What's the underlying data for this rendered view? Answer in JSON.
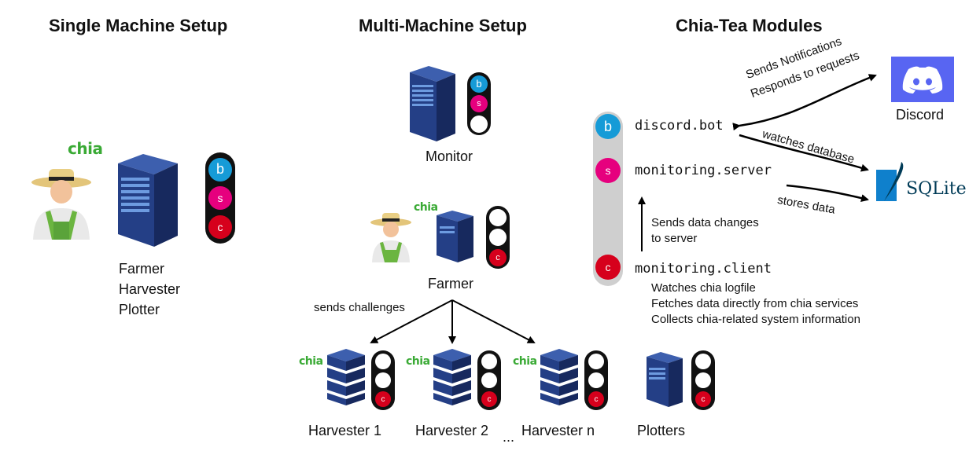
{
  "colors": {
    "module_b": "#169bd7",
    "module_s": "#e6007e",
    "module_c": "#d6001c",
    "chia_green": "#3aaa35",
    "server_blue": "#1f3b7a",
    "discord_blurple": "#5865f2"
  },
  "letters": {
    "b": "b",
    "s": "s",
    "c": "c"
  },
  "chia_logo_text": "chia",
  "single": {
    "title": "Single Machine Setup",
    "roles": [
      "Farmer",
      "Harvester",
      "Plotter"
    ]
  },
  "multi": {
    "title": "Multi-Machine Setup",
    "monitor_label": "Monitor",
    "farmer_label": "Farmer",
    "sends_challenges": "sends challenges",
    "harvesters": [
      "Harvester 1",
      "Harvester 2",
      "Harvester n"
    ],
    "ellipsis": "...",
    "plotters_label": "Plotters"
  },
  "modules": {
    "title": "Chia-Tea Modules",
    "discord_bot": "discord.bot",
    "monitoring_server": "monitoring.server",
    "monitoring_client": "monitoring.client",
    "discord_label": "Discord",
    "sqlite_label": "SQLite",
    "sends_notifications": "Sends Notifications",
    "responds_to_requests": "Responds to requests",
    "watches_database": "watches database",
    "stores_data": "stores data",
    "sends_changes_line1": "Sends data changes",
    "sends_changes_line2": "to server",
    "client_notes": [
      "Watches chia logfile",
      "Fetches data directly from chia services",
      "Collects chia-related system information"
    ]
  }
}
